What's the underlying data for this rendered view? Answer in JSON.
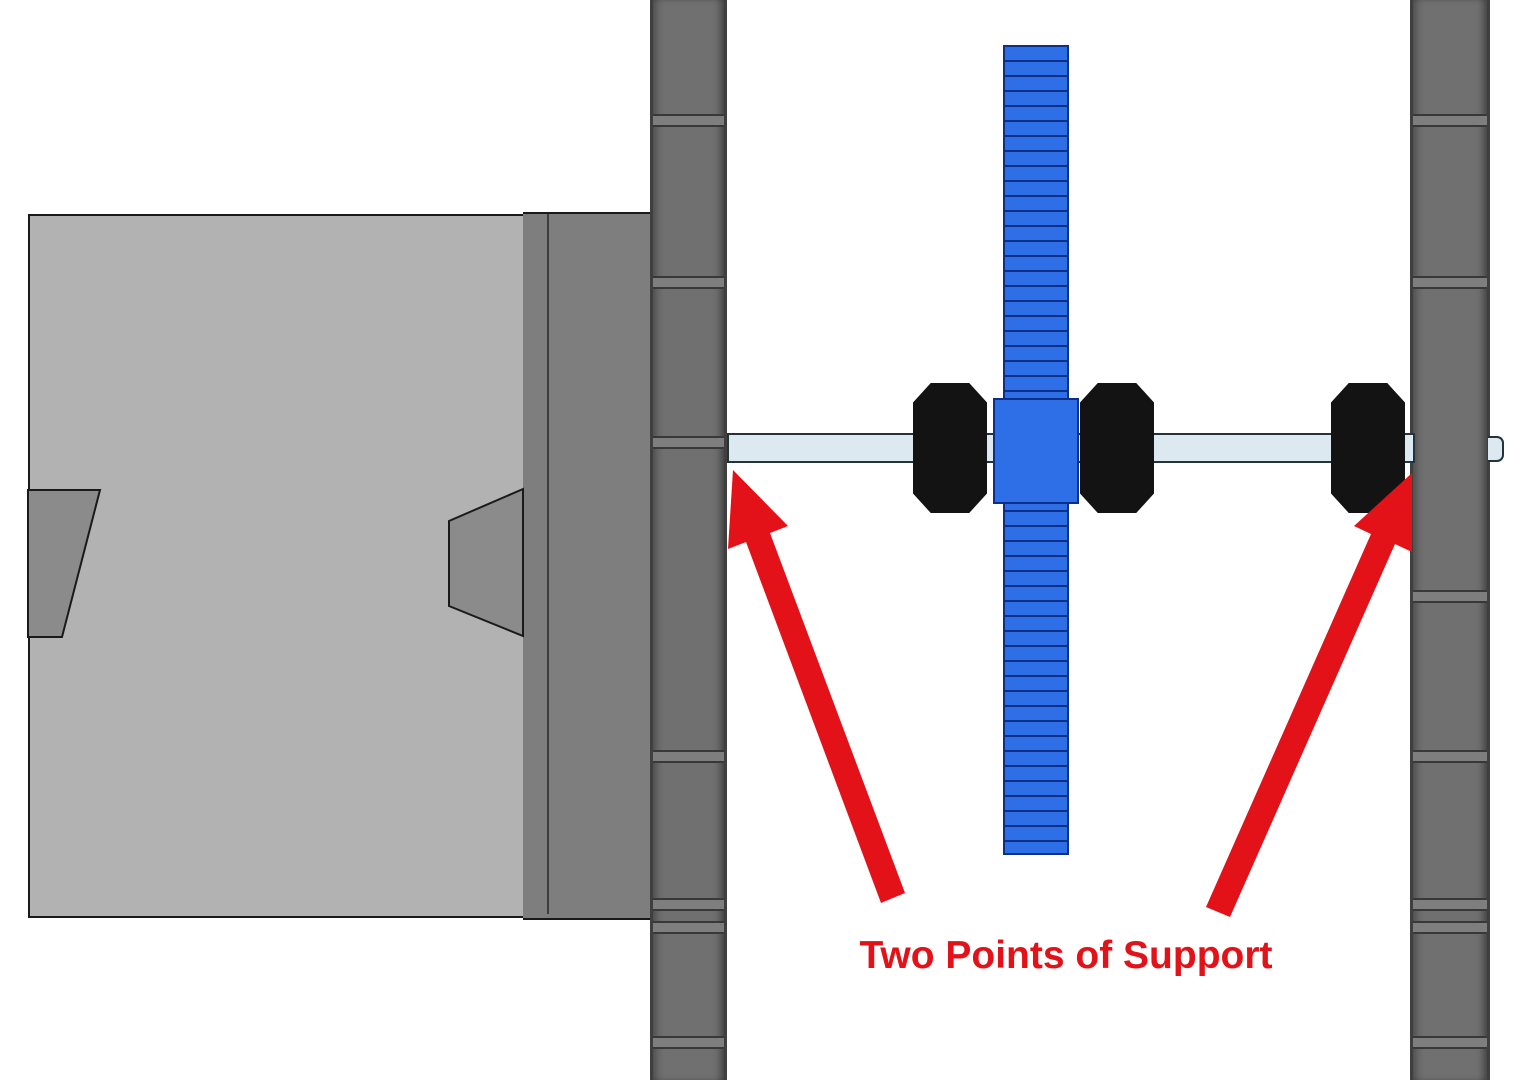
{
  "annotation": {
    "label": "Two Points of Support"
  },
  "colors": {
    "background": "#ffffff",
    "annotation_red": "#e31219",
    "arrow_red": "#e31219",
    "gear_blue": "#2e6ee6",
    "gear_tooth_line": "#0d2f86",
    "shaft_light": "#dde9f0",
    "shaft_outline": "#25323c",
    "rail_gray": "#707070",
    "rail_edge": "#3f3f3f",
    "motor_face_gray": "#b2b2b2",
    "motor_side_gray": "#7e7e7e",
    "motor_notch_gray": "#8b8b8b",
    "outline_dark": "#1a1a1a",
    "spacer_black": "#131313"
  },
  "icons": [
    {
      "name": "support-arrow-left-icon",
      "shape": "thick-red-arrow"
    },
    {
      "name": "support-arrow-right-icon",
      "shape": "thick-red-arrow"
    }
  ]
}
